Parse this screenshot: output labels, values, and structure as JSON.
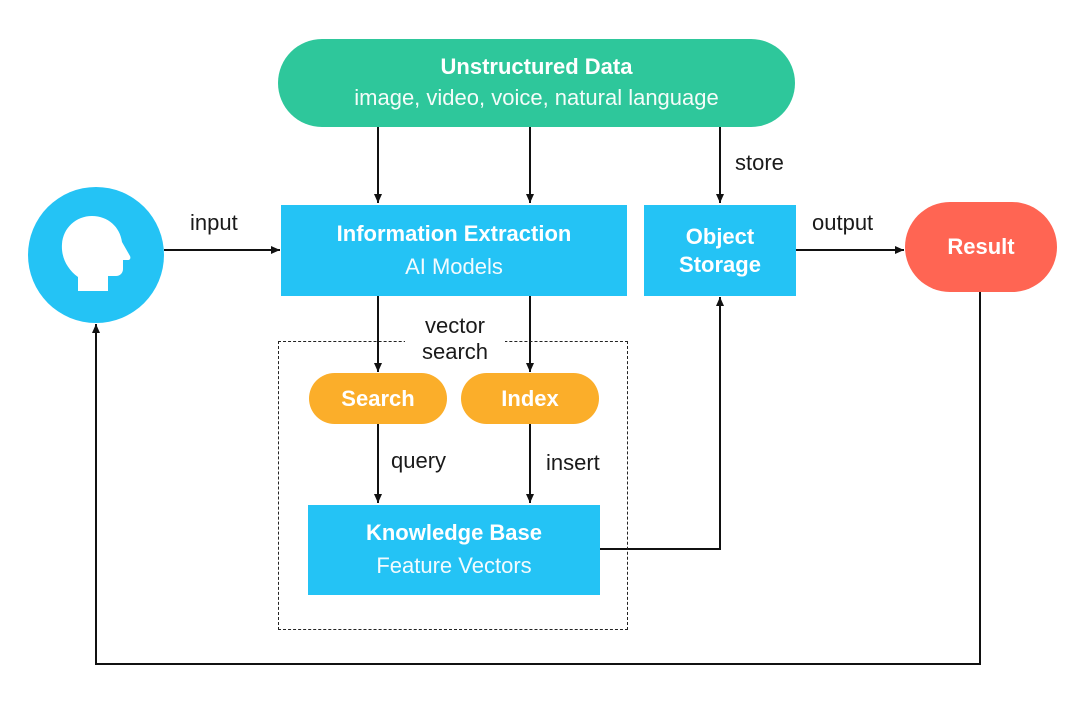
{
  "colors": {
    "unstructured": "#2ec79b",
    "process": "#24c3f5",
    "search_index": "#fbae2a",
    "result": "#ff6553",
    "line": "#111111"
  },
  "nodes": {
    "unstructured_data": {
      "title": "Unstructured Data",
      "subtitle": "image, video, voice, natural language"
    },
    "information_extraction": {
      "title": "Information Extraction",
      "subtitle": "AI Models"
    },
    "object_storage": {
      "title_line1": "Object",
      "title_line2": "Storage"
    },
    "result": {
      "title": "Result"
    },
    "search": {
      "title": "Search"
    },
    "index": {
      "title": "Index"
    },
    "knowledge_base": {
      "title": "Knowledge Base",
      "subtitle": "Feature Vectors"
    },
    "user": {
      "icon": "user-head-icon"
    }
  },
  "group": {
    "label_line1": "vector",
    "label_line2": "search"
  },
  "edges": {
    "input": "input",
    "store": "store",
    "output": "output",
    "query": "query",
    "insert": "insert"
  }
}
